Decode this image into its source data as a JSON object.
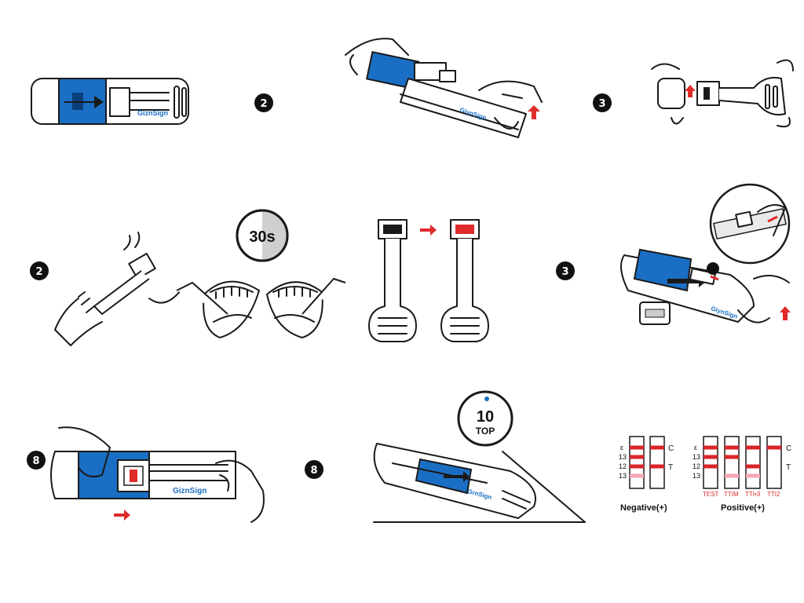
{
  "steps": {
    "s2": "2",
    "s3": "3",
    "s4": "2",
    "s5": "3",
    "s6": "8",
    "s7": "8",
    "s5b": "8"
  },
  "device": {
    "brand": "GiznSign",
    "brand2": "GiynSign",
    "brand3": "GrnSign"
  },
  "timers": {
    "t1": "30s",
    "t2_num": "10",
    "t2_unit": "TOP"
  },
  "results": {
    "strip_labels": [
      "ε",
      "13",
      "12",
      "13"
    ],
    "strip_labels_pos": [
      "ε",
      "13",
      "12",
      "13"
    ],
    "c_label": "C",
    "t_label": "T",
    "c_label2": "C",
    "t_label2": "T",
    "negative": "Negative(+)",
    "positive": "Positive(+)",
    "positive_captions": [
      "TEST",
      "TTIM",
      "TTI•3",
      "TTI2"
    ]
  },
  "colors": {
    "brand_blue": "#1a6fc4",
    "line_red": "#d9252a",
    "faint_pink": "#f2a7b4",
    "arrow_red": "#e02b2b"
  }
}
